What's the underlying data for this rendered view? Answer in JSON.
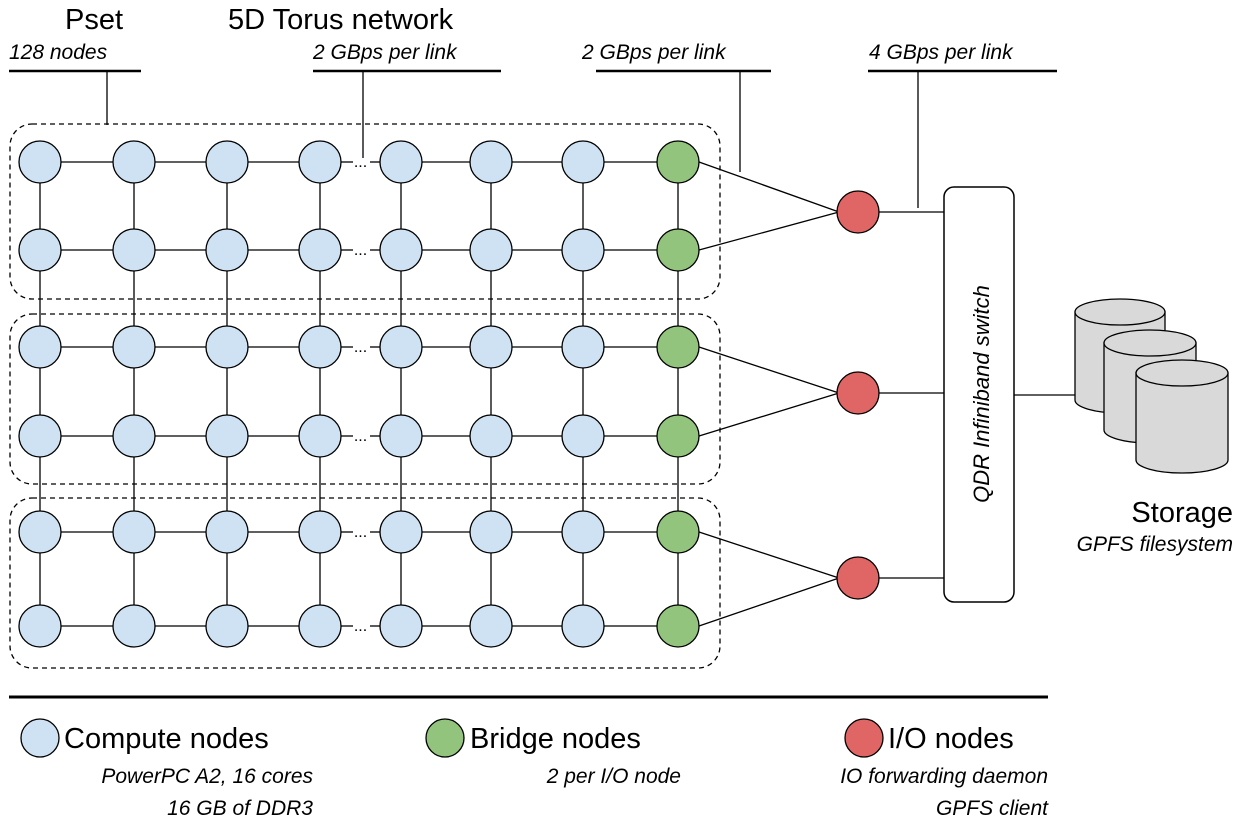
{
  "header": {
    "pset_title": "Pset",
    "pset_subtitle": "128 nodes",
    "torus_title": "5D Torus network",
    "torus_subtitle": "2 GBps per link",
    "bridge_link_label": "2 GBps per link",
    "io_link_label": "4 GBps per link"
  },
  "ellipsis": "...",
  "switch": {
    "label": "QDR Infiniband switch"
  },
  "storage": {
    "title": "Storage",
    "subtitle": "GPFS filesystem"
  },
  "legend": {
    "compute": {
      "title": "Compute nodes",
      "line1": "PowerPC A2, 16 cores",
      "line2": "16 GB of DDR3"
    },
    "bridge": {
      "title": "Bridge nodes",
      "line1": "2 per I/O node"
    },
    "io": {
      "title": "I/O nodes",
      "line1": "IO forwarding daemon",
      "line2": "GPFS client"
    }
  },
  "colors": {
    "compute": "#cfe2f3",
    "bridge": "#93c47d",
    "io": "#e06666",
    "storage": "#d9d9d9",
    "stroke": "#000000"
  },
  "structure": {
    "psets": 3,
    "rows_per_pset": 2,
    "nodes_per_row": 8,
    "bridge_nodes_per_row": 1,
    "io_nodes": 3,
    "storage_cylinders": 3
  }
}
